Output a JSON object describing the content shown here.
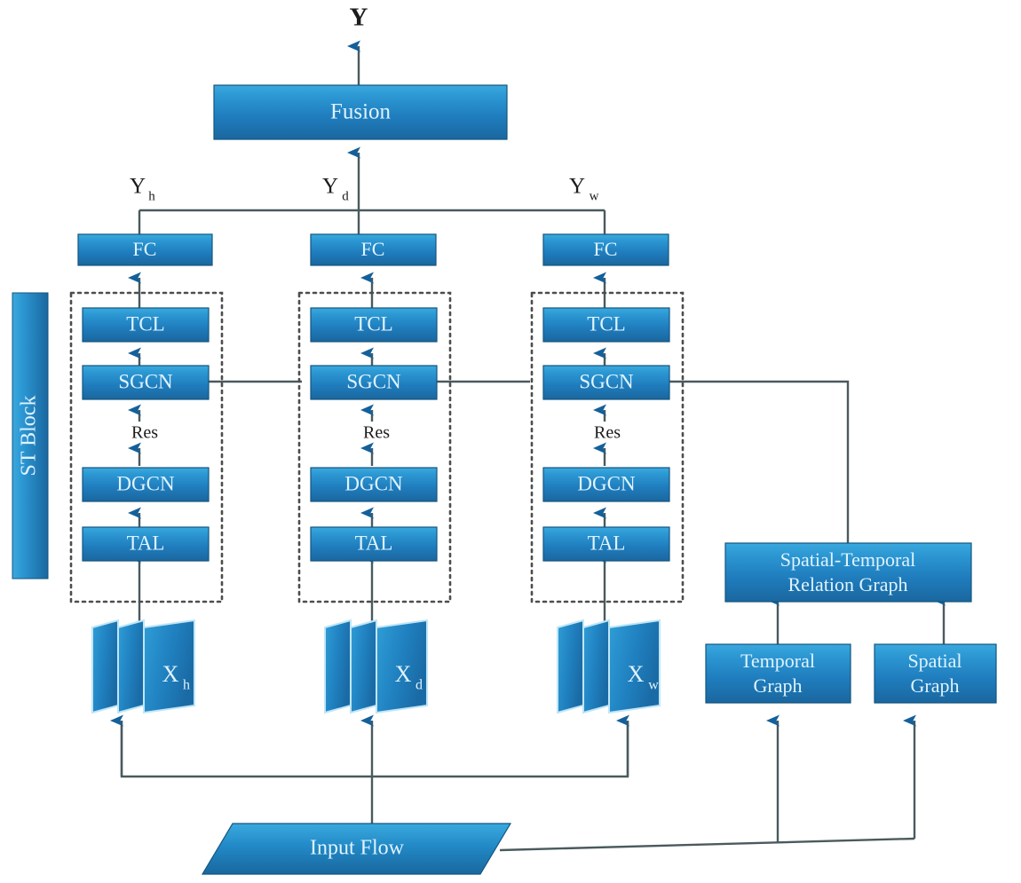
{
  "figure": {
    "type": "neural-network-architecture-diagram",
    "title_symbol": "Y",
    "background_color": "#ffffff",
    "node_fill_top": "#2e9fd8",
    "node_fill_bottom": "#1b6fae",
    "node_text_color": "#dff3ff",
    "edge_color": "#4a5a5e",
    "arrow_color": "#14609a",
    "dashed_border_color": "#4d4d4d"
  },
  "labels": {
    "output": "Y",
    "st_block": "ST  Block",
    "residual": "Res",
    "branch_outputs": [
      {
        "base": "Y",
        "sub": "h"
      },
      {
        "base": "Y",
        "sub": "d"
      },
      {
        "base": "Y",
        "sub": "w"
      }
    ],
    "inputs": [
      {
        "base": "X",
        "sub": "h"
      },
      {
        "base": "X",
        "sub": "d"
      },
      {
        "base": "X",
        "sub": "w"
      }
    ]
  },
  "nodes": {
    "fusion": "Fusion",
    "fc": "FC",
    "tcl": "TCL",
    "sgcn": "SGCN",
    "dgcn": "DGCN",
    "tal": "TAL",
    "input_flow": "Input Flow",
    "st_relation_graph_line1": "Spatial-Temporal",
    "st_relation_graph_line2": "Relation Graph",
    "temporal_graph_line1": "Temporal",
    "temporal_graph_line2": "Graph",
    "spatial_graph_line1": "Spatial",
    "spatial_graph_line2": "Graph"
  },
  "branches": [
    {
      "id": "hour",
      "output": "Yh",
      "input": "Xh",
      "layers": [
        "TAL",
        "DGCN",
        "SGCN",
        "TCL"
      ],
      "head": "FC"
    },
    {
      "id": "day",
      "output": "Yd",
      "input": "Xd",
      "layers": [
        "TAL",
        "DGCN",
        "SGCN",
        "TCL"
      ],
      "head": "FC"
    },
    {
      "id": "week",
      "output": "Yw",
      "input": "Xw",
      "layers": [
        "TAL",
        "DGCN",
        "SGCN",
        "TCL"
      ],
      "head": "FC"
    }
  ],
  "graph_branch": {
    "sources": [
      "Temporal Graph",
      "Spatial Graph"
    ],
    "aggregate": "Spatial-Temporal Relation Graph",
    "feeds": [
      "SGCN",
      "SGCN",
      "SGCN"
    ]
  },
  "flow": {
    "from_input_flow_to": [
      "Xh",
      "Xd",
      "Xw",
      "Temporal Graph",
      "Spatial Graph"
    ],
    "from_fc_to": "Fusion",
    "from_fusion_to": "Y"
  }
}
